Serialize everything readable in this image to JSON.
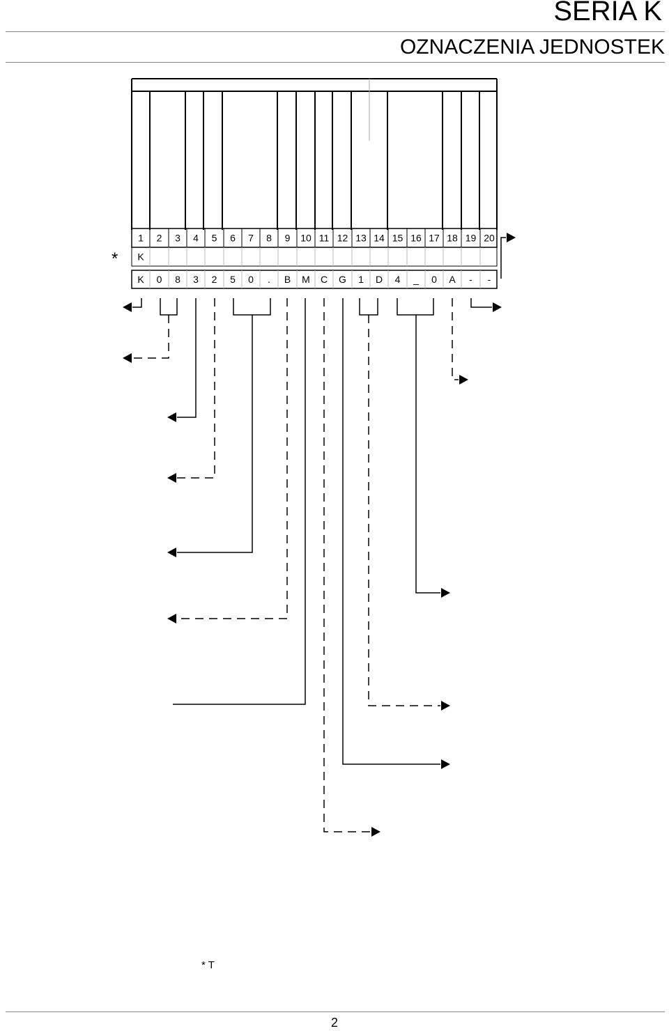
{
  "header": {
    "title": "SERIA K",
    "subtitle": "OZNACZENIA JEDNOSTEK"
  },
  "table": {
    "positions": [
      "1",
      "2",
      "3",
      "4",
      "5",
      "6",
      "7",
      "8",
      "9",
      "10",
      "11",
      "12",
      "13",
      "14",
      "15",
      "16",
      "17",
      "18",
      "19",
      "20"
    ],
    "prefix_row": [
      "K"
    ],
    "example_code": [
      "K",
      "0",
      "8",
      "3",
      "2",
      "5",
      "0",
      ".",
      "B",
      "M",
      "C",
      "G",
      "1",
      "D",
      "4",
      "_",
      "0",
      "A",
      "-",
      "-"
    ]
  },
  "marker": "*",
  "footnote": "* T",
  "footer": {
    "page_number": "2"
  },
  "colors": {
    "line": "#000000",
    "rule": "#888888"
  }
}
